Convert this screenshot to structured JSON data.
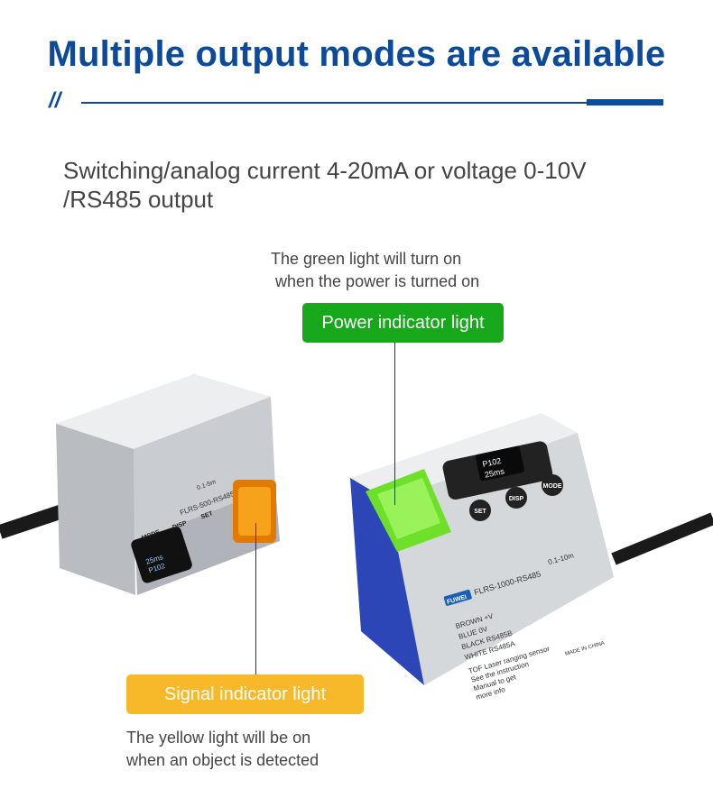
{
  "header": {
    "title": "Multiple output modes are available",
    "divider_mark": "//"
  },
  "subtitle": {
    "line1": "Switching/analog current 4-20mA or voltage 0-10V",
    "line2": "/RS485 output"
  },
  "power_indicator": {
    "caption_line1": "The green light will turn on",
    "caption_line2": "when the power is turned on",
    "label": "Power indicator light",
    "color": "#17a81c"
  },
  "signal_indicator": {
    "label": "Signal indicator light",
    "caption_line1": "The yellow light will be on",
    "caption_line2": "when an object is detected",
    "color": "#f7b92a"
  },
  "device_right": {
    "brand": "FUWEI",
    "model": "FLRS-1000-RS485",
    "range": "0.1-10m",
    "display_line1": "P102",
    "display_line2": "25ms",
    "buttons": [
      "SET",
      "DISP",
      "MODE"
    ],
    "wires": [
      "BROWN  +V",
      "BLUE  0V",
      "BLACK  RS485B",
      "WHITE  RS485A"
    ],
    "desc": [
      "TOF Laser ranging sensor",
      "See the instruction",
      "Manual to get",
      "more info"
    ],
    "made_in": "MADE IN CHINA"
  },
  "device_left": {
    "model": "FLRS-500-RS485",
    "range": "0.1-5m",
    "display_line1": "P102",
    "display_line2": "25ms",
    "buttons": [
      "SET",
      "DISP",
      "MODE"
    ]
  }
}
